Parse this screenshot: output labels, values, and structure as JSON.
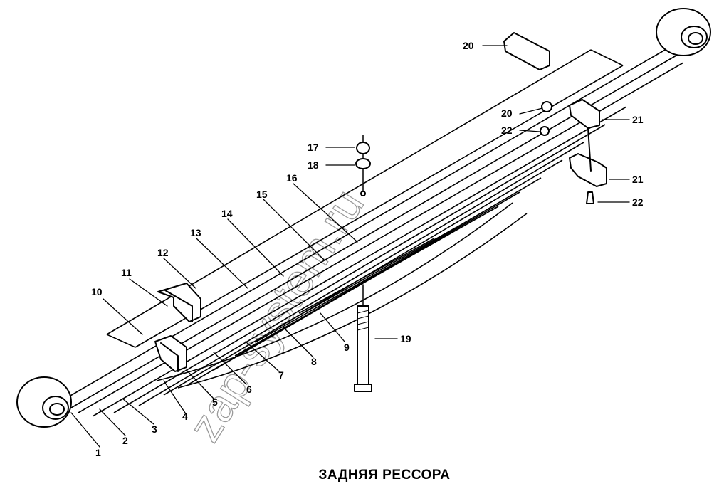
{
  "caption": "ЗАДНЯЯ РЕССОРА",
  "watermark": "zap-system.ru",
  "callouts": [
    "1",
    "2",
    "3",
    "4",
    "5",
    "6",
    "7",
    "8",
    "9",
    "10",
    "11",
    "12",
    "13",
    "14",
    "15",
    "16",
    "17",
    "18",
    "19",
    "20",
    "20",
    "21",
    "21",
    "22",
    "22"
  ]
}
